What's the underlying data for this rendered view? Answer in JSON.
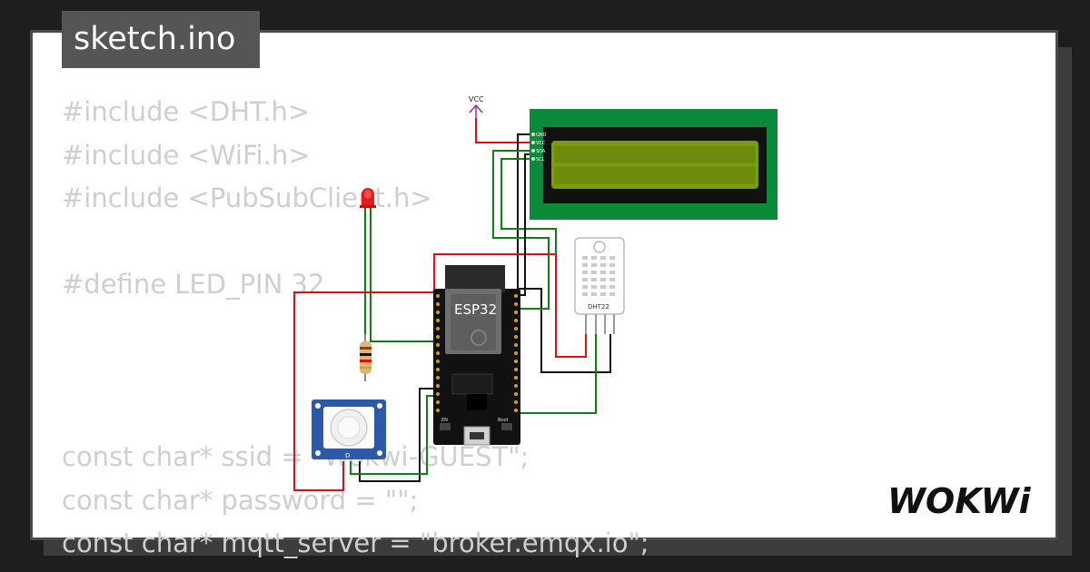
{
  "sketch": {
    "filename": "sketch.ino"
  },
  "code_lines": [
    "#include <DHT.h>",
    "#include <WiFi.h>",
    "#include <PubSubClient.h>",
    "",
    "#define LED_PIN 32",
    "",
    "",
    "",
    "const char* ssid = \"Wokwi-GUEST\";",
    "const char* password = \"\";",
    "const char* mqtt_server = \"broker.emqx.io\";"
  ],
  "circuit": {
    "vcc_label": "VCC",
    "lcd_pins": [
      "GND",
      "VCC",
      "SDA",
      "SCL"
    ],
    "esp32_label": "ESP32",
    "dht_label": "DHT22",
    "pir_label": "D",
    "board_button_left": "EN",
    "board_button_right": "Boot"
  },
  "brand": {
    "logo_text": "WOKWi"
  },
  "colors": {
    "background": "#1e1e1e",
    "code_text": "#cfcfcf",
    "wire_red": "#e01010",
    "wire_green": "#108010",
    "wire_black": "#111111",
    "lcd_board": "#0b8a3a",
    "lcd_screen": "#7a9a10",
    "pir_body": "#2c5aa8"
  }
}
